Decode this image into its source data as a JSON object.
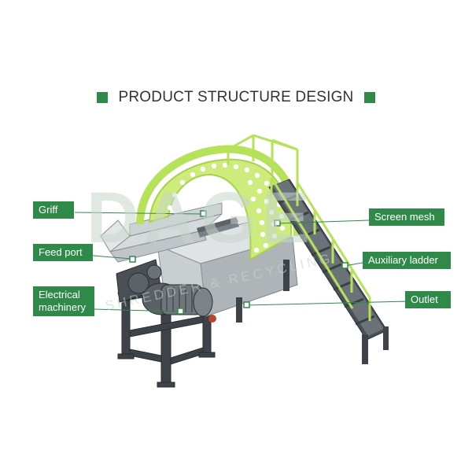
{
  "title": "PRODUCT STRUCTURE DESIGN",
  "watermark": {
    "logo": "DAGE",
    "tagline": "SHREDDER & RECYCLING"
  },
  "labels": {
    "griff": "Griff",
    "feed_port": "Feed port",
    "electrical_machinery_line1": "Electrical",
    "electrical_machinery_line2": "machinery",
    "screen_mesh": "Screen mesh",
    "auxiliary_ladder": "Auxiliary ladder",
    "outlet": "Outlet"
  },
  "colors": {
    "accent_green": "#2f8a4a",
    "mesh_green": "#c6ea6a",
    "body_gray": "#b9bfc2",
    "frame_dark": "#3a3f44"
  }
}
